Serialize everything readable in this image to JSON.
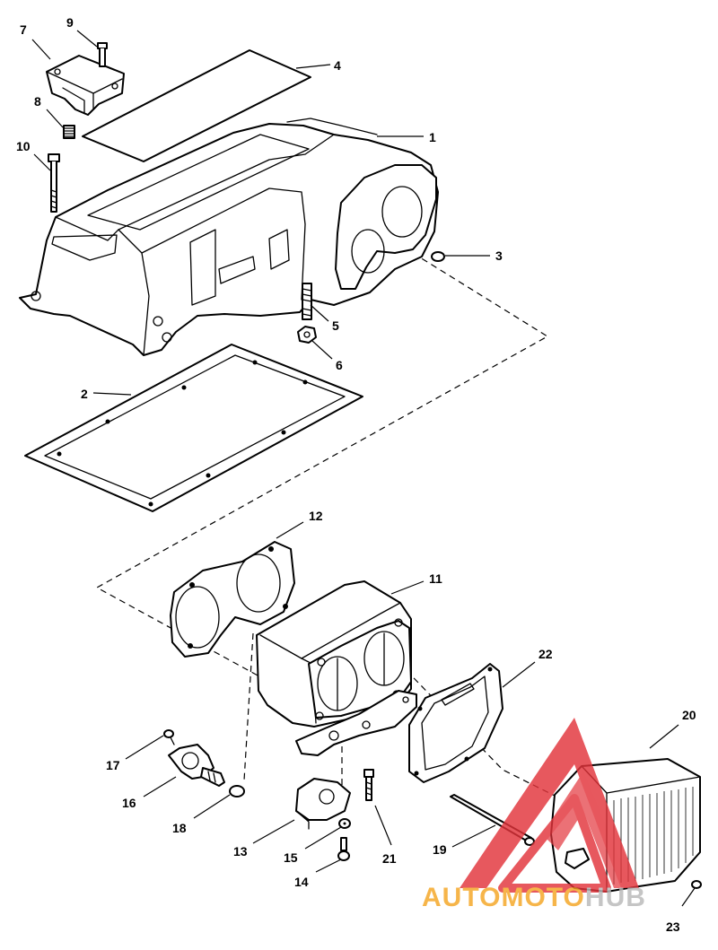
{
  "diagram": {
    "callouts": [
      "1",
      "2",
      "3",
      "4",
      "5",
      "6",
      "7",
      "8",
      "9",
      "10",
      "11",
      "12",
      "13",
      "14",
      "15",
      "16",
      "17",
      "18",
      "19",
      "20",
      "21",
      "22",
      "23"
    ]
  },
  "watermark": {
    "part1": "AUTOMOTO",
    "part2": "HUB",
    "colors": {
      "red": "#e2343b",
      "orange": "#f5a623",
      "gray": "#b9b9b9"
    }
  }
}
